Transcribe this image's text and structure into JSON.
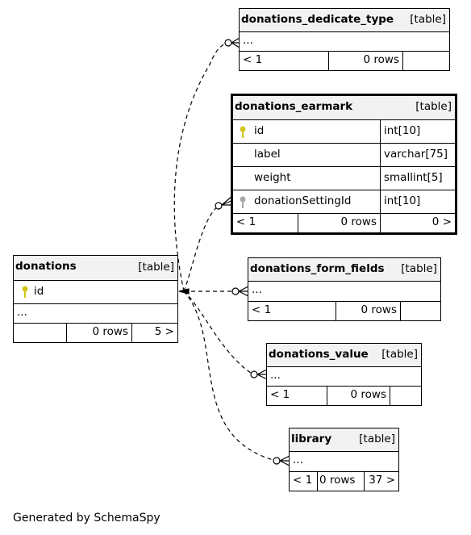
{
  "tables": {
    "dedicate": {
      "name": "donations_dedicate_type",
      "type": "[table]",
      "columns_placeholder": "...",
      "footer": [
        "< 1",
        "0 rows",
        ""
      ]
    },
    "earmark": {
      "name": "donations_earmark",
      "type": "[table]",
      "columns": [
        {
          "name": "id",
          "type": "int[10]",
          "key": "primary"
        },
        {
          "name": "label",
          "type": "varchar[75]",
          "key": ""
        },
        {
          "name": "weight",
          "type": "smallint[5]",
          "key": ""
        },
        {
          "name": "donationSettingId",
          "type": "int[10]",
          "key": "foreign"
        }
      ],
      "footer": [
        "< 1",
        "0 rows",
        "0 >"
      ]
    },
    "donations": {
      "name": "donations",
      "type": "[table]",
      "columns": [
        {
          "name": "id",
          "key": "primary"
        }
      ],
      "columns_placeholder": "...",
      "footer": [
        "",
        "0 rows",
        "5 >"
      ]
    },
    "form_fields": {
      "name": "donations_form_fields",
      "type": "[table]",
      "columns_placeholder": "...",
      "footer": [
        "< 1",
        "0 rows",
        ""
      ]
    },
    "value": {
      "name": "donations_value",
      "type": "[table]",
      "columns_placeholder": "...",
      "footer": [
        "< 1",
        "0 rows",
        ""
      ]
    },
    "library": {
      "name": "library",
      "type": "[table]",
      "columns_placeholder": "...",
      "footer": [
        "< 1",
        "0 rows",
        "37 >"
      ]
    }
  },
  "colors": {
    "primary_key": "#d4c51a",
    "foreign_key": "#a8a8a8",
    "header_bg": "#f2f2f2"
  },
  "credit": "Generated by SchemaSpy"
}
